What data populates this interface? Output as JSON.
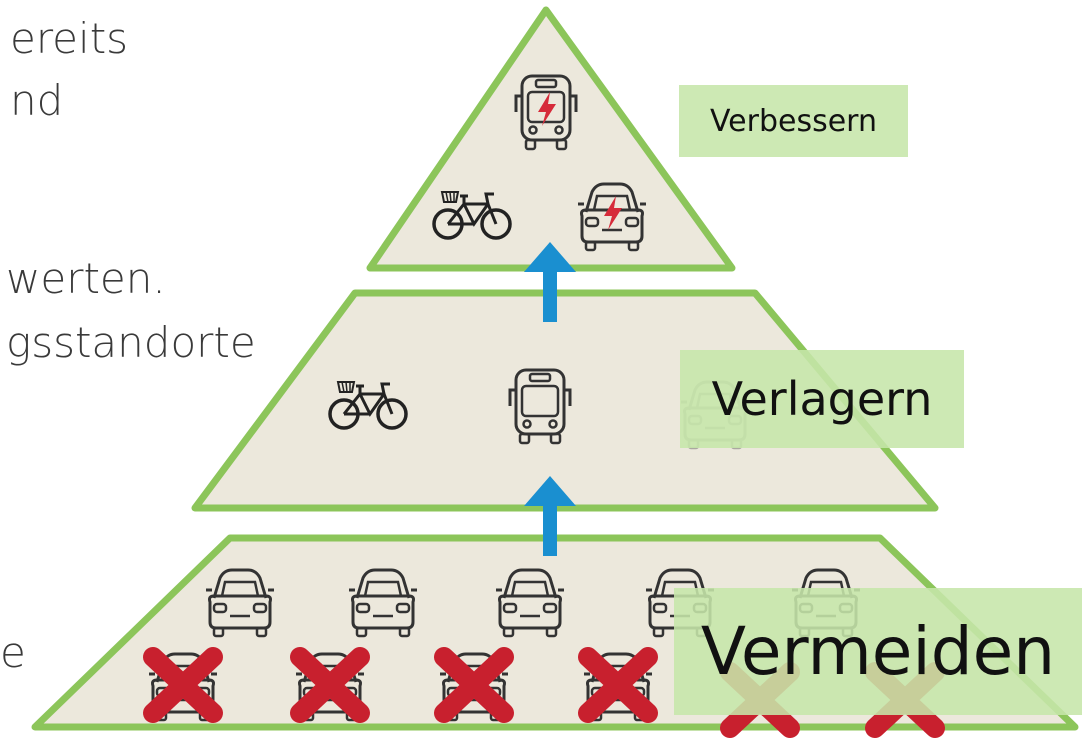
{
  "background_text": {
    "line1": "ereits",
    "line2": "nd",
    "line3": "werten.",
    "line4": "gsstandorte",
    "line5": "e"
  },
  "pyramid": {
    "top_label": "Verbessern",
    "middle_label": "Verlagern",
    "bottom_label": "Vermeiden"
  },
  "colors": {
    "pyramid_fill": "#ece8dc",
    "pyramid_border": "#8cc55a",
    "arrow": "#1a8fd0",
    "cross": "#c8202e",
    "label_bg": "#c6e6aa",
    "icon_stroke": "#333333"
  },
  "icons": {
    "top_tier": [
      "electric-bus-icon",
      "bicycle-icon",
      "electric-car-icon"
    ],
    "middle_tier": [
      "bicycle-icon",
      "bus-icon",
      "car-icon"
    ],
    "bottom_tier": [
      "car-icon",
      "car-icon",
      "car-icon",
      "car-icon",
      "car-icon"
    ],
    "crossed": [
      "crossed-car-icon",
      "crossed-car-icon",
      "crossed-car-icon",
      "crossed-car-icon",
      "crossed-car-icon",
      "crossed-car-icon"
    ]
  }
}
